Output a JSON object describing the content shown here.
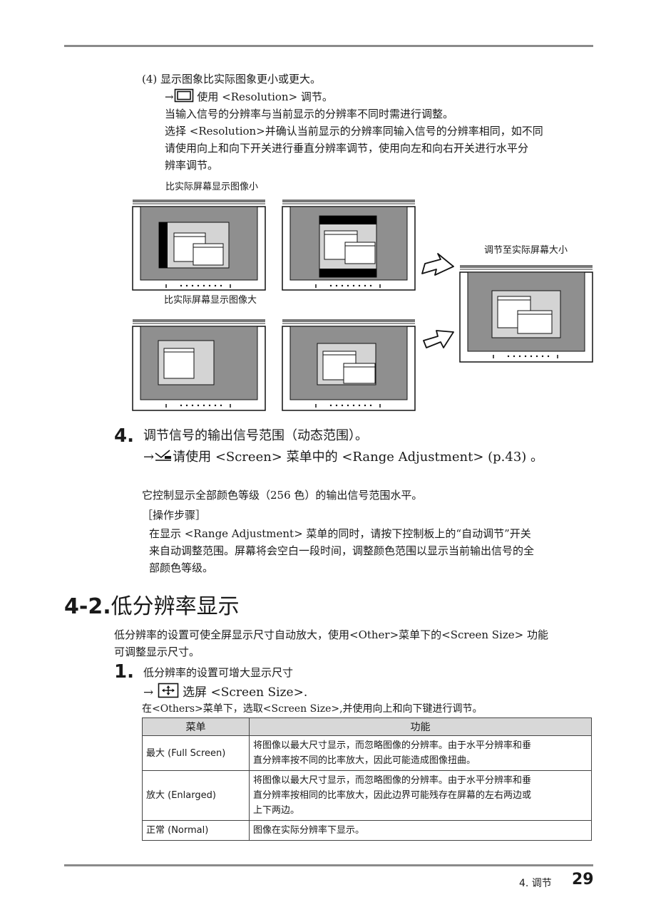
{
  "item4_sub": {
    "line1": "(4) 显示图象比实际图象更小或更大。",
    "line2_arrow": "→",
    "line2_text": "使用 <Resolution> 调节。",
    "line3": "当输入信号的分辨率与当前显示的分辨率不同时需进行调整。",
    "line4": "选择 <Resolution>并确认当前显示的分辨率同输入信号的分辨率相同，如不同",
    "line5": "请使用向上和向下开关进行垂直分辨率调节，使用向左和向右开关进行水平分",
    "line6": "辨率调节。"
  },
  "diagram": {
    "caption_smaller": "比实际屏幕显示图像小",
    "caption_larger": "比实际屏幕显示图像大",
    "caption_result": "调节至实际屏幕大小",
    "icons": [
      "monitor-icon",
      "arrow-right-icon"
    ]
  },
  "step4": {
    "number": "4.",
    "title": "调节信号的输出信号范围（动态范围）。",
    "arrow": "→",
    "instruction": "请使用 <Screen> 菜单中的 <Range Adjustment> (p.43) 。",
    "description": "它控制显示全部颜色等级（256 色）的输出信号范围水平。",
    "procedure_title": "［操作步骤］",
    "procedure_line1": "在显示 <Range Adjustment> 菜单的同时，请按下控制板上的“自动调节”开关",
    "procedure_line2": "来自动调整范围。屏幕将会空白一段时间，调整颜色范围以显示当前输出信号的全",
    "procedure_line3": "部颜色等级。"
  },
  "section": {
    "number": "4-2.",
    "title": "低分辨率显示",
    "intro_line1": "低分辨率的设置可使全屏显示尺寸自动放大，使用<Other>菜单下的<Screen Size> 功能",
    "intro_line2": "可调整显示尺寸。"
  },
  "step1": {
    "number": "1.",
    "title": "低分辨率的设置可增大显示尺寸",
    "arrow": "→",
    "select_text": "选屏 <Screen Size>.",
    "note": "在<Others>菜单下，选取<Screen Size>,并使用向上和向下键进行调节。"
  },
  "table": {
    "headers": [
      "菜单",
      "功能"
    ],
    "rows": [
      {
        "menu": "最大 (Full Screen)",
        "func": [
          "将图像以最大尺寸显示，而忽略图像的分辨率。由于水平分辨率和垂",
          "直分辨率按不同的比率放大，因此可能造成图像扭曲。"
        ]
      },
      {
        "menu": "放大 (Enlarged)",
        "func": [
          "将图像以最大尺寸显示，而忽略图像的分辨率。由于水平分辨率和垂",
          "直分辨率按相同的比率放大，因此边界可能残存在屏幕的左右两边或",
          "上下两边。"
        ]
      },
      {
        "menu": "正常 (Normal)",
        "func": [
          "图像在实际分辨率下显示。"
        ]
      }
    ]
  },
  "footer": {
    "chapter": "4. 调节",
    "page": "29"
  }
}
